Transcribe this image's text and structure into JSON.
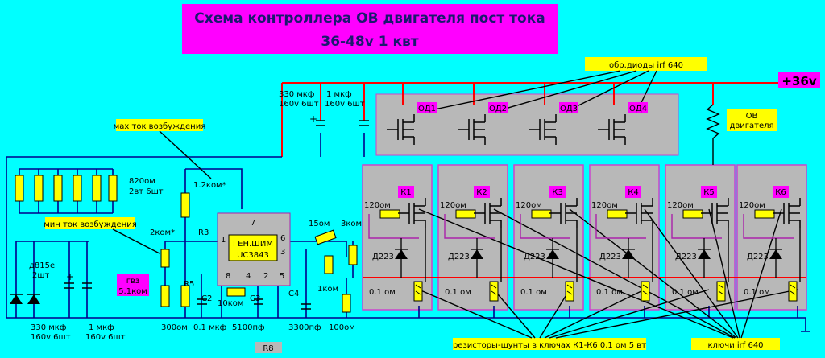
{
  "title": {
    "line1": "Схема контроллера ОВ двигателя пост тока",
    "line2": "36-48v 1 квт"
  },
  "supply": {
    "plus": "+36v"
  },
  "notes": {
    "diodes_irf": "обр.диоды irf 640",
    "field_winding": "ОВ двигателя",
    "max_current": "мах ток возбуждения",
    "min_current": "мин ток возбуждения",
    "shunts": "резисторы-шунты в ключах К1-К6 0.1 ом 5 вт",
    "keys_irf": "ключи irf 640"
  },
  "components": {
    "cap_330_top": {
      "line1": "330 мкф",
      "line2": "160v 6шт"
    },
    "cap_1_top": {
      "line1": "1 мкф",
      "line2": "160v 6шт"
    },
    "res_820": {
      "line1": "820ом",
      "line2": "2вт 6шт"
    },
    "res_1k2": "1.2ком*",
    "res_2k": "2ком*",
    "r3": "R3",
    "r5": "R5",
    "r8": "R8",
    "c2": "C2",
    "c3": "C3",
    "c4": "C4",
    "res_10k": "10ком",
    "res_15": "15ом",
    "res_3k": "3ком",
    "res_1k": "1ком",
    "res_100": "100ом",
    "res_300": "300ом",
    "cap_01": "0.1 мкф",
    "cap_5100": "5100пф",
    "cap_3300": "3300пф",
    "zener": {
      "line1": "д815е",
      "line2": "2шт"
    },
    "gvz": {
      "line1": "гвз",
      "line2": "5.1ком"
    },
    "cap_330_bot": {
      "line1": "330 мкф",
      "line2": "160v 6шт"
    },
    "cap_1_bot": {
      "line1": "1 мкф",
      "line2": "160v 6шт"
    },
    "gen": {
      "line1": "ГЕН.ШИМ",
      "line2": "UC3843"
    },
    "pins": {
      "p1": "1",
      "p2": "2",
      "p3": "3",
      "p4": "4",
      "p5": "5",
      "p6": "6",
      "p7": "7",
      "p8": "8"
    },
    "gate_res": "120ом",
    "diode_d223": "Д223",
    "shunt": "0.1 ом"
  },
  "diode_labels": [
    "ОД1",
    "ОД2",
    "ОД3",
    "ОД4"
  ],
  "keys": [
    "К1",
    "К2",
    "К3",
    "К4",
    "К5",
    "К6"
  ],
  "colors": {
    "background": "#00ffff",
    "title_box": "#ff00ff",
    "note_box": "#ffff00",
    "block_fill": "#b8b8b8",
    "key_border": "#cc44cc",
    "wire_plus": "#ff0000",
    "wire_ground": "#00008b"
  }
}
